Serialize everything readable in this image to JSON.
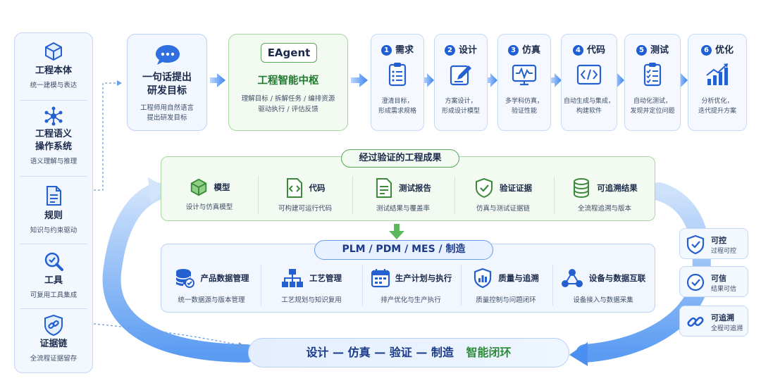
{
  "left_column": [
    {
      "title": "工程本体",
      "subtitle": "统一建模与表达",
      "icon": "cube-icon"
    },
    {
      "title": "工程语义\n操作系统",
      "subtitle": "语义理解与推理",
      "icon": "network-icon"
    },
    {
      "title": "规则",
      "subtitle": "知识与约束驱动",
      "icon": "document-rules-icon"
    },
    {
      "title": "工具",
      "subtitle": "可复用工具集成",
      "icon": "wrench-icon"
    },
    {
      "title": "证据链",
      "subtitle": "全流程证据留存",
      "icon": "chain-shield-icon"
    }
  ],
  "goal": {
    "title": "一句话提出\n研发目标",
    "subtitle": "工程师用自然语言\n提出研发目标",
    "icon": "chat-bubble-icon"
  },
  "hub": {
    "badge": "EAgent",
    "title": "工程智能中枢",
    "subtitle": "理解目标 / 拆解任务 / 编排资源\n驱动执行 / 评估反馈"
  },
  "steps": [
    {
      "num": "1",
      "title": "需求",
      "desc": "澄清目标，\n形成需求规格",
      "icon": "checklist-icon"
    },
    {
      "num": "2",
      "title": "设计",
      "desc": "方案设计，\n形成设计模型",
      "icon": "pencil-edit-icon"
    },
    {
      "num": "3",
      "title": "仿真",
      "desc": "多学科仿真，\n验证性能",
      "icon": "monitor-wave-icon"
    },
    {
      "num": "4",
      "title": "代码",
      "desc": "自动生成与集成，\n构建软件",
      "icon": "code-window-icon"
    },
    {
      "num": "5",
      "title": "测试",
      "desc": "自动化测试，\n发现并定位问题",
      "icon": "clipboard-check-icon"
    },
    {
      "num": "6",
      "title": "优化",
      "desc": "分析优化，\n迭代提升方案",
      "icon": "growth-chart-icon"
    }
  ],
  "results": {
    "header": "经过验证的工程成果",
    "items": [
      {
        "title": "模型",
        "subtitle": "设计与仿真模型",
        "icon": "cube-icon"
      },
      {
        "title": "代码",
        "subtitle": "可构建可运行代码",
        "icon": "code-file-icon"
      },
      {
        "title": "测试报告",
        "subtitle": "测试结果与覆盖率",
        "icon": "report-icon"
      },
      {
        "title": "验证证据",
        "subtitle": "仿真与测试证据链",
        "icon": "shield-check-icon"
      },
      {
        "title": "可追溯结果",
        "subtitle": "全流程追溯与版本",
        "icon": "database-icon"
      }
    ]
  },
  "mfg": {
    "header": "PLM / PDM / MES / 制造",
    "items": [
      {
        "title": "产品数据管理",
        "subtitle": "统一数据源与版本管理",
        "icon": "database-check-icon"
      },
      {
        "title": "工艺管理",
        "subtitle": "工艺规划与知识复用",
        "icon": "hierarchy-icon"
      },
      {
        "title": "生产计划与执行",
        "subtitle": "排产优化与生产执行",
        "icon": "calendar-icon"
      },
      {
        "title": "质量与追溯",
        "subtitle": "质量控制与问题闭环",
        "icon": "shield-chart-icon"
      },
      {
        "title": "设备与数据互联",
        "subtitle": "设备接入与数据采集",
        "icon": "nodes-icon"
      }
    ]
  },
  "badges": [
    {
      "title": "可控",
      "subtitle": "过程可控",
      "icon": "shield-check-icon"
    },
    {
      "title": "可信",
      "subtitle": "结果可信",
      "icon": "circle-check-icon"
    },
    {
      "title": "可追溯",
      "subtitle": "全程可追溯",
      "icon": "link-icon"
    }
  ],
  "loop_banner": {
    "part1": "设计 — 仿真 — 验证 — 制造",
    "part2": "智能闭环"
  },
  "colors": {
    "primary": "#1f5fd6",
    "green": "#3a9a45",
    "dark": "#1b2a4a"
  }
}
